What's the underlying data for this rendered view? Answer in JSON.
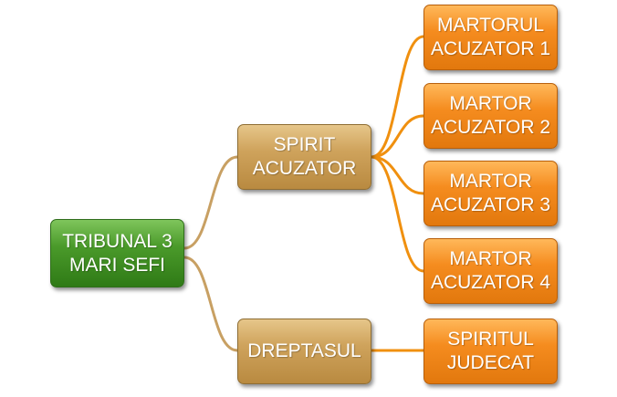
{
  "colors": {
    "root": "#4a9a2a",
    "level1": "#cfa35c",
    "level2": "#f58c1f",
    "connector_tan": "#c8a063",
    "connector_orange": "#f0900f"
  },
  "nodes": {
    "root": {
      "label": "TRIBUNAL 3\nMARI SEFI"
    },
    "spirit_acuzator": {
      "label": "SPIRIT\nACUZATOR"
    },
    "dreptasul": {
      "label": "DREPTASUL"
    },
    "martorul_1": {
      "label": "MARTORUL\nACUZATOR 1"
    },
    "martor_2": {
      "label": "MARTOR\nACUZATOR 2"
    },
    "martor_3": {
      "label": "MARTOR\nACUZATOR 3"
    },
    "martor_4": {
      "label": "MARTOR\nACUZATOR 4"
    },
    "spiritul_judecat": {
      "label": "SPIRITUL\nJUDECAT"
    }
  }
}
